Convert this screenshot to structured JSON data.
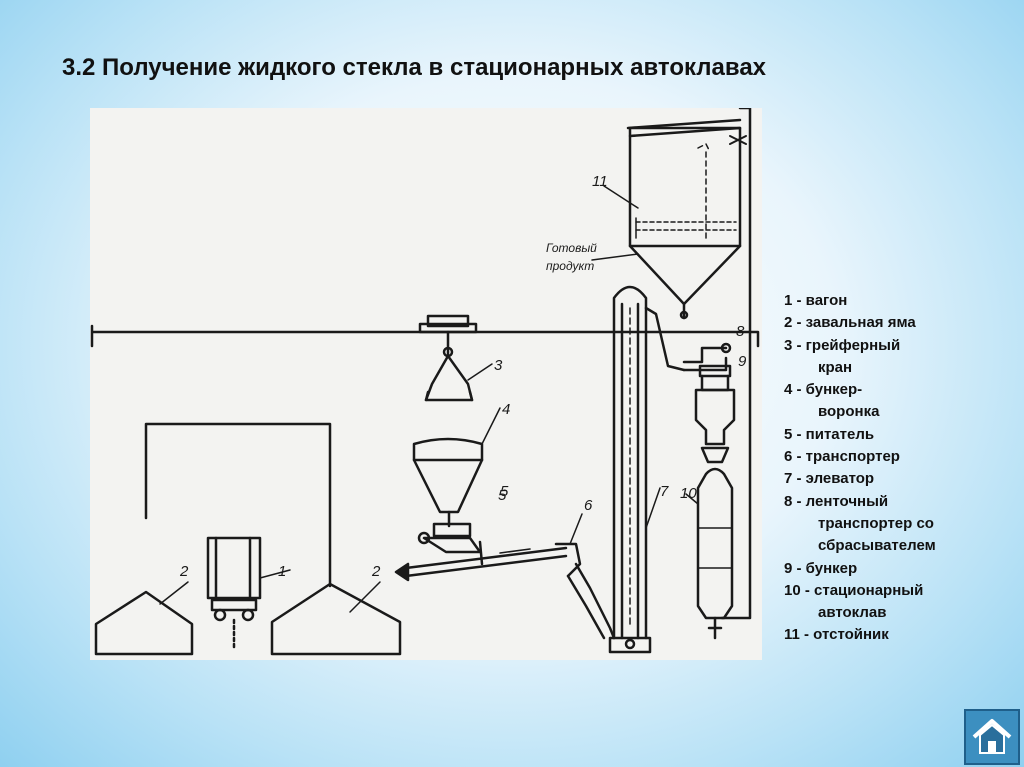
{
  "title": "3.2 Получение жидкого стекла в стационарных автоклавах",
  "diagram": {
    "callouts": [
      "1",
      "2",
      "2",
      "3",
      "4",
      "5",
      "5",
      "6",
      "7",
      "8",
      "9",
      "10",
      "11"
    ],
    "product_label_line1": "Готовый",
    "product_label_line2": "продукт"
  },
  "legend": [
    {
      "text": "1 - вагон"
    },
    {
      "text": "2 -  завальная яма"
    },
    {
      "text": "3 - грейферный"
    },
    {
      "text": "кран",
      "cont": true
    },
    {
      "text": "4 - бункер-"
    },
    {
      "text": "воронка",
      "cont": true
    },
    {
      "text": "5 - питатель"
    },
    {
      "text": "6 - транспортер"
    },
    {
      "text": "7 - элеватор"
    },
    {
      "text": "8 - ленточный"
    },
    {
      "text": "транспортер со",
      "cont": true
    },
    {
      "text": "сбрасывателем",
      "cont": true
    },
    {
      "text": "9 - бункер"
    },
    {
      "text": "10 - стационарный"
    },
    {
      "text": "автоклав",
      "cont": true
    },
    {
      "text": "11 - отстойник"
    }
  ],
  "nav": {
    "home_icon": "home-icon"
  }
}
